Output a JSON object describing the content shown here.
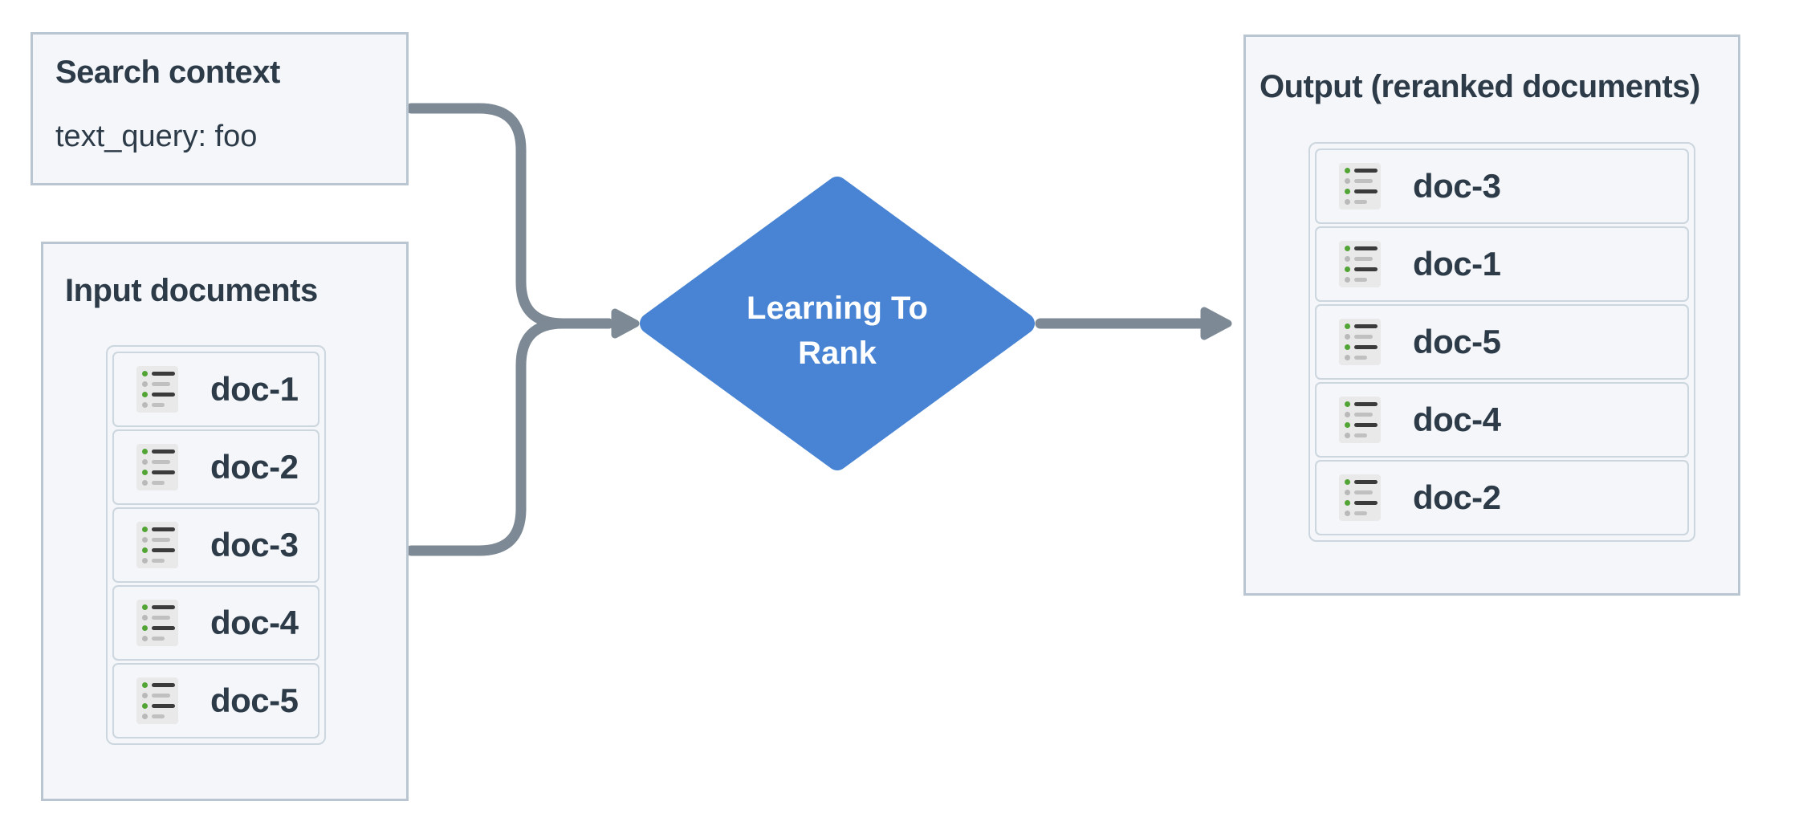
{
  "colors": {
    "box-bg": "#f4f6f9",
    "box-border": "#b9c5d0",
    "card-border": "#ccd6de",
    "text-dark": "#2d3b49",
    "arrow-gray": "#7d8994",
    "diamond-blue": "#4884d3",
    "diamond-text": "#ffffff",
    "icon-bg": "#e9e9e9",
    "icon-green": "#52a535",
    "icon-gray-dot": "#b9b9b9",
    "icon-line-dark": "#3b3b3b",
    "icon-line-light": "#c0c0c0"
  },
  "search_context": {
    "title": "Search context",
    "query": "text_query: foo"
  },
  "input_documents": {
    "title": "Input documents",
    "docs": [
      "doc-1",
      "doc-2",
      "doc-3",
      "doc-4",
      "doc-5"
    ]
  },
  "process": {
    "line1": "Learning To",
    "line2": "Rank"
  },
  "output": {
    "title": "Output (reranked documents)",
    "docs": [
      "doc-3",
      "doc-1",
      "doc-5",
      "doc-4",
      "doc-2"
    ]
  }
}
